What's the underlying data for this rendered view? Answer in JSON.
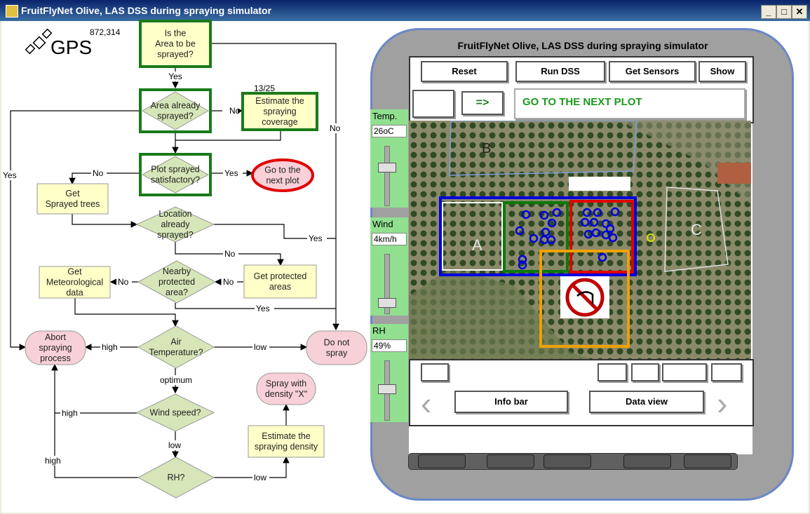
{
  "window": {
    "title": "FruitFlyNet Olive, LAS DSS during spraying simulator"
  },
  "gps": {
    "label": "GPS",
    "count": "872,314"
  },
  "flow": {
    "q_area": "Is the|Area to be|sprayed?",
    "yes": "Yes",
    "no": "No",
    "q_already": "Area already|sprayed?",
    "estimate_cov": "Estimate the|spraying|coverage",
    "progress": "13/25",
    "q_satisfactory": "Plot sprayed|satisfactory?",
    "goto_next": "Go to the|next plot",
    "get_trees": "Get|Sprayed trees",
    "q_location": "Location|already|sprayed?",
    "get_protected": "Get protected|areas",
    "q_nearby": "Nearby|protected|area?",
    "get_meteo": "Get|Meteorological|data",
    "q_air": "Air|Temperature?",
    "abort": "Abort|spraying|process",
    "do_not_spray": "Do not|spray",
    "high": "high",
    "low": "low",
    "optimum": "optimum",
    "q_wind": "Wind speed?",
    "q_rh": "RH?",
    "spray_density": "Spray with|density \"X\"",
    "estimate_density": "Estimate the|spraying density"
  },
  "device": {
    "title": "FruitFlyNet Olive, LAS DSS during spraying simulator",
    "buttons": {
      "reset": "Reset",
      "run": "Run DSS",
      "sensors": "Get Sensors",
      "show": "Show"
    },
    "arrow": "=>",
    "message": "GO TO THE NEXT PLOT",
    "temp": {
      "label": "Temp.",
      "value": "26oC",
      "level": 0.6
    },
    "wind": {
      "label": "Wind",
      "value": "4km/h",
      "level": 0.1
    },
    "rh": {
      "label": "RH",
      "value": "49%",
      "level": 0.5
    },
    "plots": {
      "a": "A",
      "b": "B",
      "c": "C"
    },
    "info_bar": "Info bar",
    "data_view": "Data view"
  },
  "colors": {
    "flow_green": "#1a7a1a",
    "node_fill": "#ffffc8",
    "diamond_fill": "#d6e6b8",
    "pink": "#f8d0d8",
    "accent_red": "#e00000"
  }
}
